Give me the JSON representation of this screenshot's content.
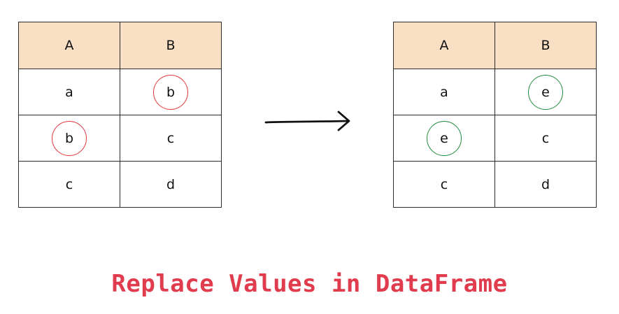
{
  "before_table": {
    "headers": [
      "A",
      "B"
    ],
    "rows": [
      [
        "a",
        "b"
      ],
      [
        "b",
        "c"
      ],
      [
        "c",
        "d"
      ]
    ]
  },
  "after_table": {
    "headers": [
      "A",
      "B"
    ],
    "rows": [
      [
        "a",
        "e"
      ],
      [
        "e",
        "c"
      ],
      [
        "c",
        "d"
      ]
    ]
  },
  "highlight_colors": {
    "replaced_value": "#e0353f",
    "new_value": "#1f8a3c",
    "header_fill": "#f9dfc4",
    "caption": "#e03c4d"
  },
  "icons": {
    "transition": "right-arrow-icon"
  },
  "caption": "Replace Values in DataFrame"
}
